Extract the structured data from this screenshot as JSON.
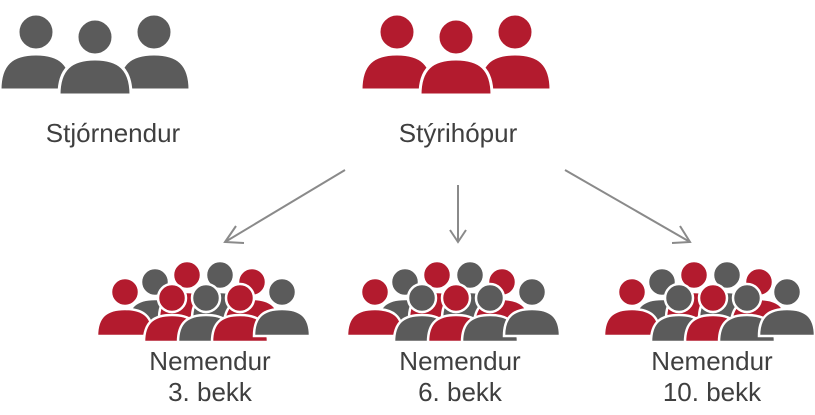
{
  "colors": {
    "red": "#b31b2e",
    "gray": "#5b5b5b",
    "arrow": "#8a8a8a",
    "text": "#3f3f3f"
  },
  "top_groups": [
    {
      "id": "stjornendur",
      "label": "Stjórnendur",
      "color": "gray",
      "icon": "people-group-icon"
    },
    {
      "id": "styrihopur",
      "label": "Stýrihópur",
      "color": "red",
      "icon": "people-group-icon"
    }
  ],
  "student_groups": [
    {
      "id": "bekk3",
      "line1": "Nemendur",
      "line2": "3. bekk",
      "icon": "student-crowd-icon"
    },
    {
      "id": "bekk6",
      "line1": "Nemendur",
      "line2": "6. bekk",
      "icon": "student-crowd-icon"
    },
    {
      "id": "bekk10",
      "line1": "Nemendur",
      "line2": "10. bekk",
      "icon": "student-crowd-icon"
    }
  ]
}
